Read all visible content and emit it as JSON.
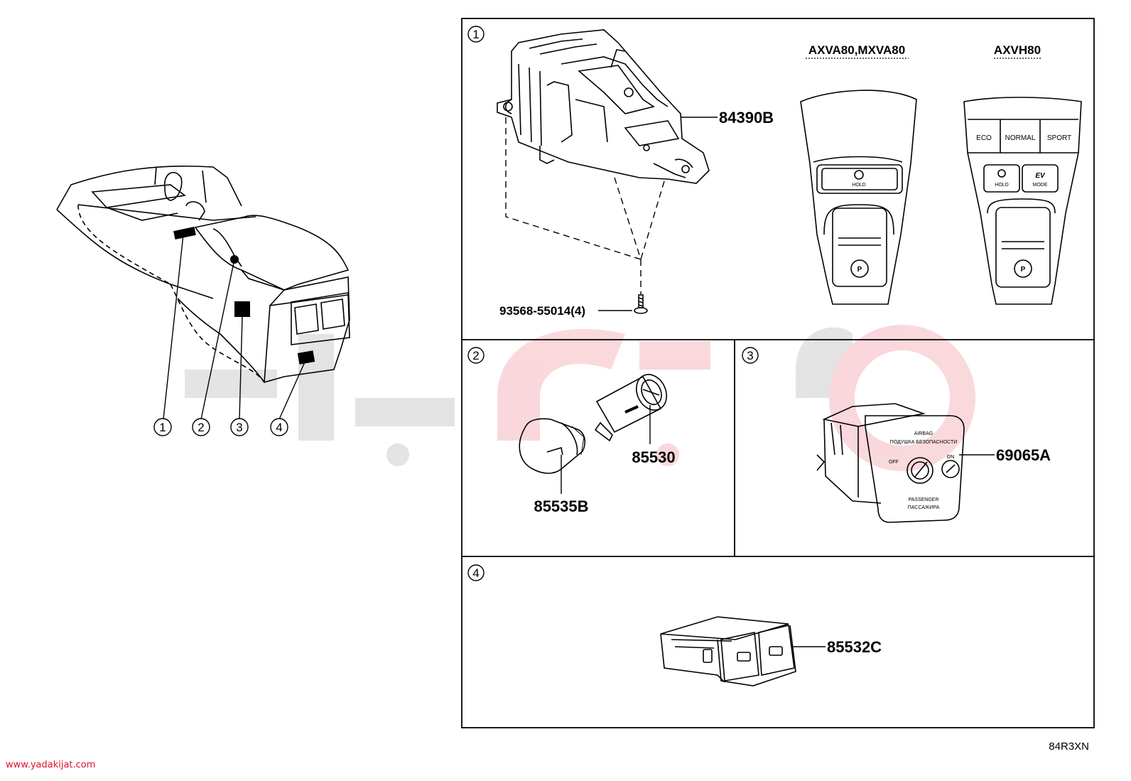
{
  "diagram": {
    "diagram_code": "84R3XN",
    "website": "www.yadakijat.com",
    "callouts": [
      "1",
      "2",
      "3",
      "4"
    ],
    "panels": [
      {
        "number": "1",
        "parts": [
          "84390B",
          "93568-55014(4)"
        ],
        "variants": [
          "AXVA80,MXVA80",
          "AXVH80"
        ]
      },
      {
        "number": "2",
        "parts": [
          "85530",
          "85535B"
        ]
      },
      {
        "number": "3",
        "parts": [
          "69065A"
        ]
      },
      {
        "number": "4",
        "parts": [
          "85532C"
        ]
      }
    ],
    "switch_labels": {
      "modes": [
        "ECO",
        "NORMAL",
        "SPORT"
      ],
      "hold": "HOLD",
      "ev": "EV",
      "ev_mode": "MODE",
      "parking": "P"
    },
    "airbag_switch_text": {
      "top": "AIRBAG",
      "top_sub": "ПОДУШКА БЕЗОПАСНОСТИ",
      "off": "OFF",
      "on": "ON",
      "bottom": "PASSENGER",
      "bottom_sub": "ПАССАЖИРА"
    }
  }
}
